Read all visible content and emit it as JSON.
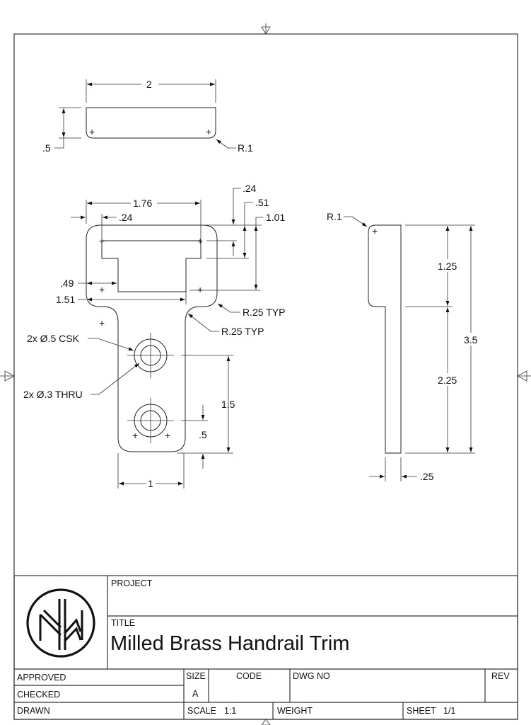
{
  "drawing": {
    "top_view": {
      "width_dim": "2",
      "height_dim": ".5",
      "radius_note": "R.1"
    },
    "front_view": {
      "width_dim": "1.76",
      "inset_dim": ".24",
      "top_depth_dim": ".24",
      "mid_depth_dim": ".51",
      "pocket_depth_dim": "1.01",
      "step_offset_dim": ".49",
      "pocket_width_dim": "1.51",
      "radius_note_1": "R.25 TYP",
      "radius_note_2": "R.25 TYP",
      "csk_note": "2x Ø.5 CSK",
      "thru_note": "2x Ø.3 THRU",
      "hole_spacing_dim": "1.5",
      "hole_edge_dim": ".5",
      "stem_width_dim": "1"
    },
    "side_view": {
      "radius_note": "R.1",
      "upper_dim": "1.25",
      "lower_dim": "2.25",
      "total_dim": "3.5",
      "thickness_dim": ".25"
    }
  },
  "title_block": {
    "logo_text": "NW",
    "project_label": "PROJECT",
    "project_value": "",
    "title_label": "TITLE",
    "title_value": "Milled Brass Handrail Trim",
    "approved_label": "APPROVED",
    "checked_label": "CHECKED",
    "drawn_label": "DRAWN",
    "size_label": "SIZE",
    "size_value": "A",
    "code_label": "CODE",
    "dwg_no_label": "DWG NO",
    "rev_label": "REV",
    "scale_label": "SCALE",
    "scale_value": "1:1",
    "weight_label": "WEIGHT",
    "sheet_label": "SHEET",
    "sheet_value": "1/1"
  }
}
